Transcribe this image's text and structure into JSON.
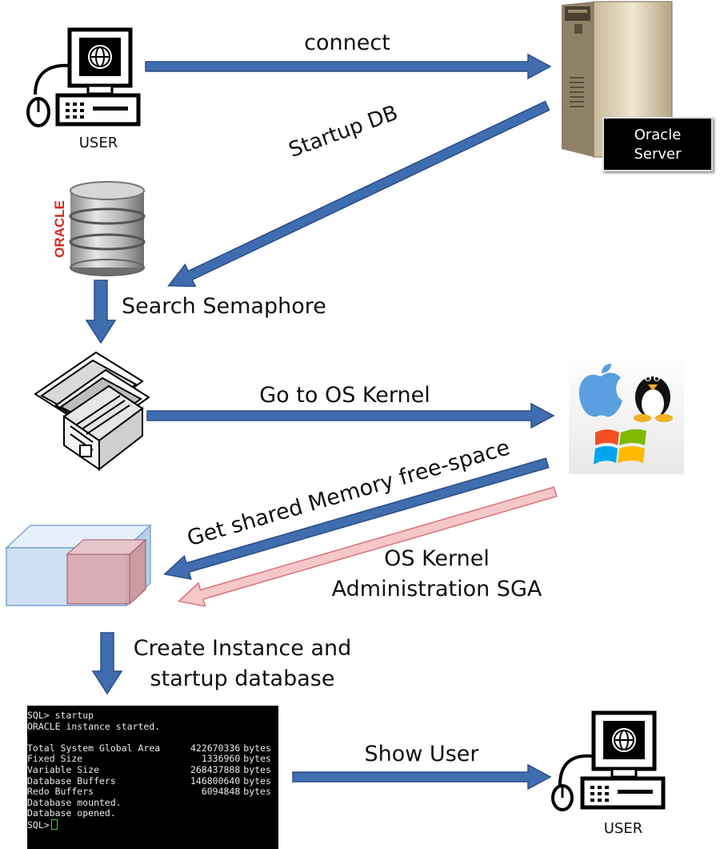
{
  "user_top": {
    "label": "USER"
  },
  "user_bottom": {
    "label": "USER"
  },
  "server": {
    "label_line1": "Oracle",
    "label_line2": "Server"
  },
  "database": {
    "logo_text": "ORACLE"
  },
  "steps": {
    "connect": "connect",
    "startup_db": "Startup DB",
    "search_semaphore": "Search Semaphore",
    "go_to_os_kernel": "Go to OS Kernel",
    "get_shared_memory": "Get shared Memory free-space",
    "os_kernel_line1": "OS Kernel",
    "os_kernel_line2": "Administration SGA",
    "create_instance_line1": "Create Instance and",
    "create_instance_line2": "startup database",
    "show_user": "Show User"
  },
  "terminal": {
    "line1": "SQL> startup",
    "line2": "ORACLE instance started.",
    "sga_rows": [
      {
        "name": "Total System Global Area",
        "value": "422670336",
        "unit": "bytes"
      },
      {
        "name": "Fixed Size",
        "value": "1336960",
        "unit": "bytes"
      },
      {
        "name": "Variable Size",
        "value": "268437888",
        "unit": "bytes"
      },
      {
        "name": "Database Buffers",
        "value": "146800640",
        "unit": "bytes"
      },
      {
        "name": "Redo Buffers",
        "value": "6094848",
        "unit": "bytes"
      }
    ],
    "line_mounted": "Database mounted.",
    "line_opened": "Database opened.",
    "prompt": "SQL>"
  },
  "colors": {
    "arrow_blue": "#3f6db0",
    "arrow_pink": "#f2a7ab",
    "memory_box": "#cfe0f3",
    "sga_box": "#d9a3aa"
  },
  "icons": [
    "computer-icon",
    "server-tower-icon",
    "database-cylinder-icon",
    "floppy-disks-icon",
    "apple-logo-icon",
    "tux-penguin-icon",
    "windows-logo-icon",
    "memory-block-icon"
  ]
}
